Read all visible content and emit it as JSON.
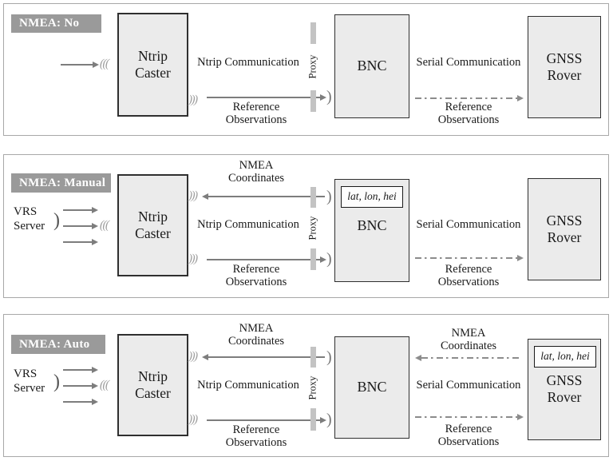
{
  "glyphs": {
    "signal_in": "(((",
    "signal_out": ")))",
    "receive_wave": ")",
    "vrs_wave": ")"
  },
  "colors": {
    "panel_border": "#a8a8a8",
    "box_fill": "#ebebeb",
    "box_border": "#2f2f2f",
    "badge_bg": "#9a9a9a",
    "badge_text": "#ffffff",
    "arrow": "#7d7d7d",
    "dashdot": "#8c8c8c",
    "proxy_bar": "#c3c3c3",
    "signal": "#9e9e9e",
    "text": "#1a1a1a"
  },
  "panels": [
    {
      "badge": "NMEA: No",
      "boxes": {
        "caster": "Ntrip\nCaster",
        "bnc": "BNC",
        "rover": "GNSS\nRover"
      },
      "labels": {
        "ntrip_comm": "Ntrip Communication",
        "ref_obs_left": "Reference\nObservations",
        "serial_comm": "Serial Communication",
        "ref_obs_right": "Reference\nObservations",
        "proxy": "Proxy"
      }
    },
    {
      "badge": "NMEA: Manual",
      "vrs_server": "VRS\nServer",
      "boxes": {
        "caster": "Ntrip\nCaster",
        "bnc": "BNC",
        "bnc_coords": "lat, lon, hei",
        "rover": "GNSS\nRover"
      },
      "labels": {
        "nmea_coords": "NMEA\nCoordinates",
        "ntrip_comm": "Ntrip Communication",
        "ref_obs_left": "Reference\nObservations",
        "serial_comm": "Serial Communication",
        "ref_obs_right": "Reference\nObservations",
        "proxy": "Proxy"
      }
    },
    {
      "badge": "NMEA: Auto",
      "vrs_server": "VRS\nServer",
      "boxes": {
        "caster": "Ntrip\nCaster",
        "bnc": "BNC",
        "rover": "GNSS\nRover",
        "rover_coords": "lat, lon, hei"
      },
      "labels": {
        "nmea_coords_left": "NMEA\nCoordinates",
        "nmea_coords_right": "NMEA\nCoordinates",
        "ntrip_comm": "Ntrip Communication",
        "ref_obs_left": "Reference\nObservations",
        "serial_comm": "Serial Communication",
        "ref_obs_right": "Reference\nObservations",
        "proxy": "Proxy"
      }
    }
  ]
}
